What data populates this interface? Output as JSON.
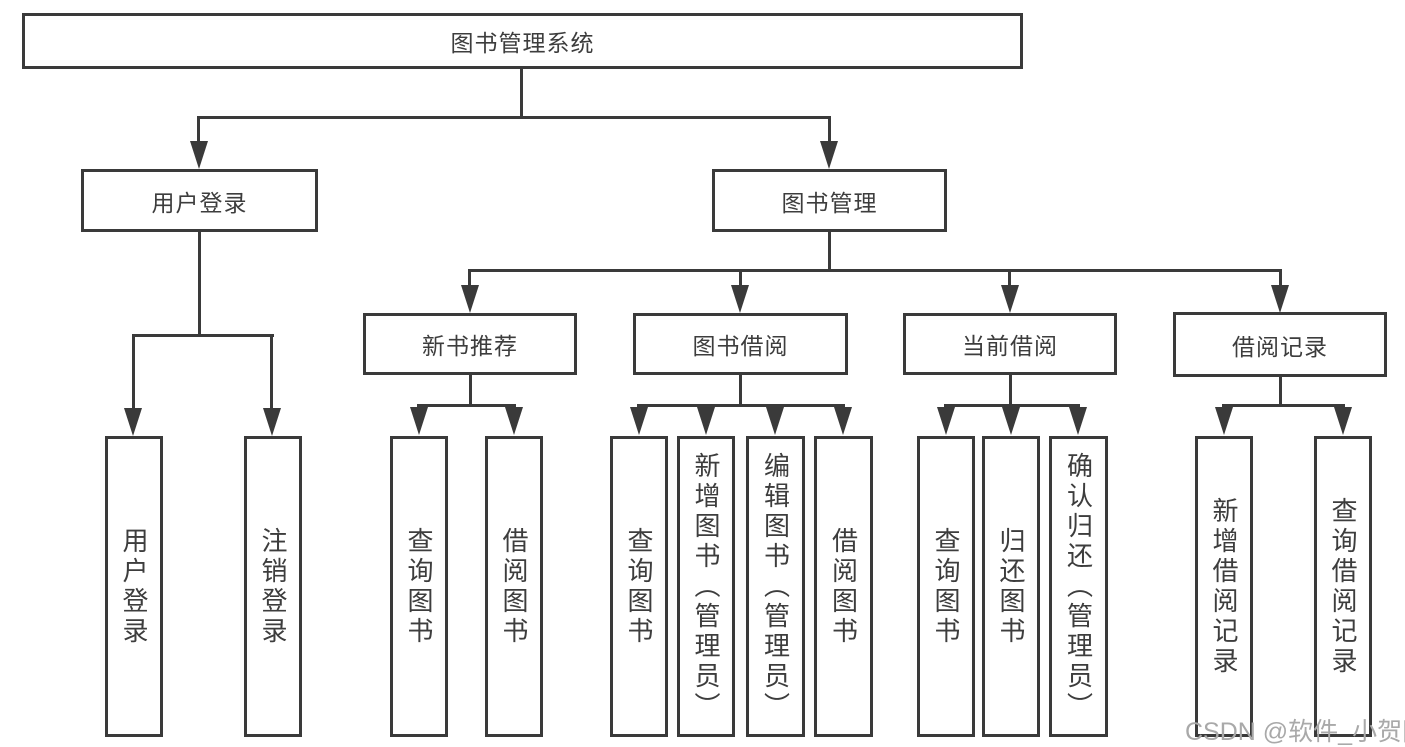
{
  "diagram": {
    "root": {
      "label": "图书管理系统"
    },
    "level2": [
      {
        "label": "用户登录"
      },
      {
        "label": "图书管理"
      }
    ],
    "level3": [
      {
        "label": "新书推荐"
      },
      {
        "label": "图书借阅"
      },
      {
        "label": "当前借阅"
      },
      {
        "label": "借阅记录"
      }
    ],
    "leaves": {
      "user_login": [
        {
          "label": "用户登录"
        },
        {
          "label": "注销登录"
        }
      ],
      "new_book": [
        {
          "label": "查询图书"
        },
        {
          "label": "借阅图书"
        }
      ],
      "book_borrow": [
        {
          "label": "查询图书"
        },
        {
          "label": "新增图书（管理员）"
        },
        {
          "label": "编辑图书（管理员）"
        },
        {
          "label": "借阅图书"
        }
      ],
      "current_borrow": [
        {
          "label": "查询图书"
        },
        {
          "label": "归还图书"
        },
        {
          "label": "确认归还（管理员）"
        }
      ],
      "borrow_record": [
        {
          "label": "新增借阅记录"
        },
        {
          "label": "查询借阅记录"
        }
      ]
    },
    "watermark": "CSDN @软件_小贺同学",
    "colors": {
      "line": "#3a3a3a",
      "text": "#3d3d3d",
      "watermark": "#a9a9a9",
      "background": "#ffffff"
    }
  }
}
